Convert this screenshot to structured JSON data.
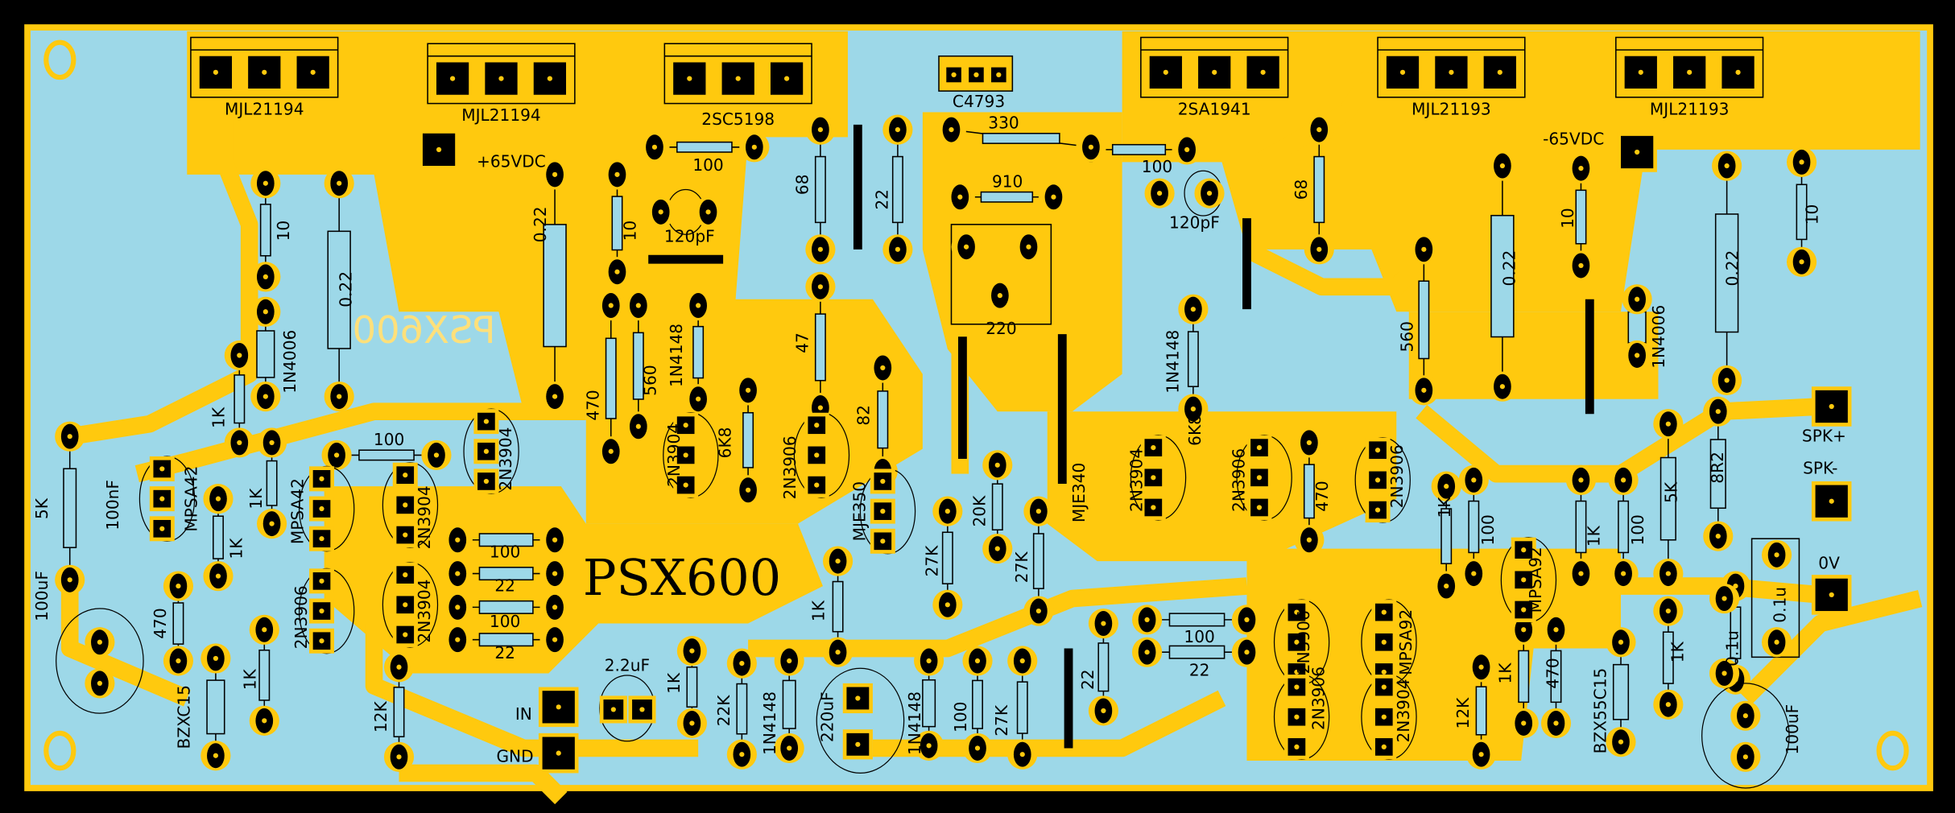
{
  "board": {
    "title": "PSX600",
    "mirrored_title": "PSX600"
  },
  "colors": {
    "background": "#000000",
    "substrate": "#9dd8e8",
    "copper": "#ffc90e",
    "silkscreen": "#000000"
  },
  "labels": [
    "MJL21194",
    "MJL21194",
    "2SC5198",
    "C4793",
    "2SA1941",
    "MJL21193",
    "MJL21193",
    "+65VDC",
    "-65VDC",
    "SPK+",
    "SPK-",
    "0V",
    "IN",
    "GND",
    "330",
    "100",
    "910",
    "100",
    "120pF",
    "120pF",
    "220",
    "10",
    "0.22",
    "1N4006",
    "0.22",
    "10",
    "470",
    "560",
    "1N4148",
    "6K8",
    "68",
    "22",
    "47",
    "82",
    "68",
    "1N4148",
    "6K8",
    "560",
    "0.22",
    "10",
    "1N4006",
    "0.22",
    "10",
    "5K",
    "100nF",
    "100uF",
    "MPSA42",
    "1K",
    "MPSA42",
    "1K",
    "1K",
    "470",
    "BZXC15",
    "1K",
    "2N3906",
    "12K",
    "100",
    "2N3904",
    "2N3904",
    "2N3904",
    "100",
    "22",
    "100",
    "22",
    "2.2uF",
    "1K",
    "22K",
    "1N4148",
    "220uF",
    "1N4148",
    "100",
    "27K",
    "1K",
    "2N3904",
    "2N3906",
    "MJE350",
    "27K",
    "20K",
    "27K",
    "MJE340",
    "2N3904",
    "2N3906",
    "470",
    "2N3906",
    "1K",
    "100",
    "1K",
    "100",
    "5K",
    "8R2",
    "MPSA92",
    "0.1u",
    "0.1u",
    "22",
    "100",
    "22",
    "2N3906",
    "2N3906",
    "MPSA92",
    "2N3904",
    "12K",
    "1K",
    "470",
    "BZX55C15",
    "1K",
    "100uF"
  ]
}
